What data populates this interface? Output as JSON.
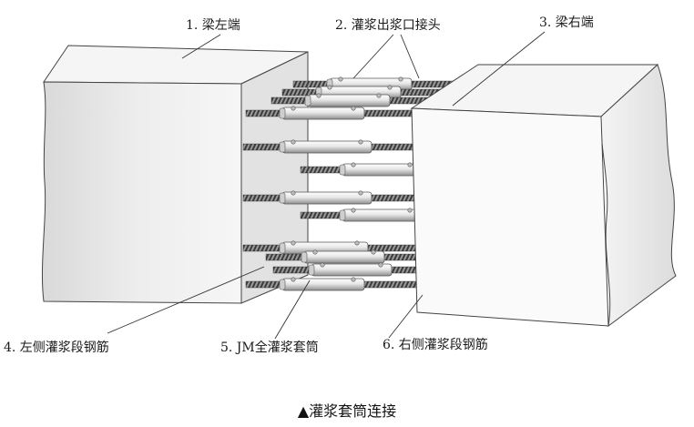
{
  "labels": {
    "beam_left": "1. 梁左端",
    "grout_port": "2. 灌浆出浆口接头",
    "beam_right": "3. 梁右端",
    "left_rebar": "4. 左侧灌浆段钢筋",
    "sleeve": "5. JM全灌浆套筒",
    "right_rebar": "6. 右侧灌浆段钢筋"
  },
  "caption": "▲灌浆套筒连接"
}
